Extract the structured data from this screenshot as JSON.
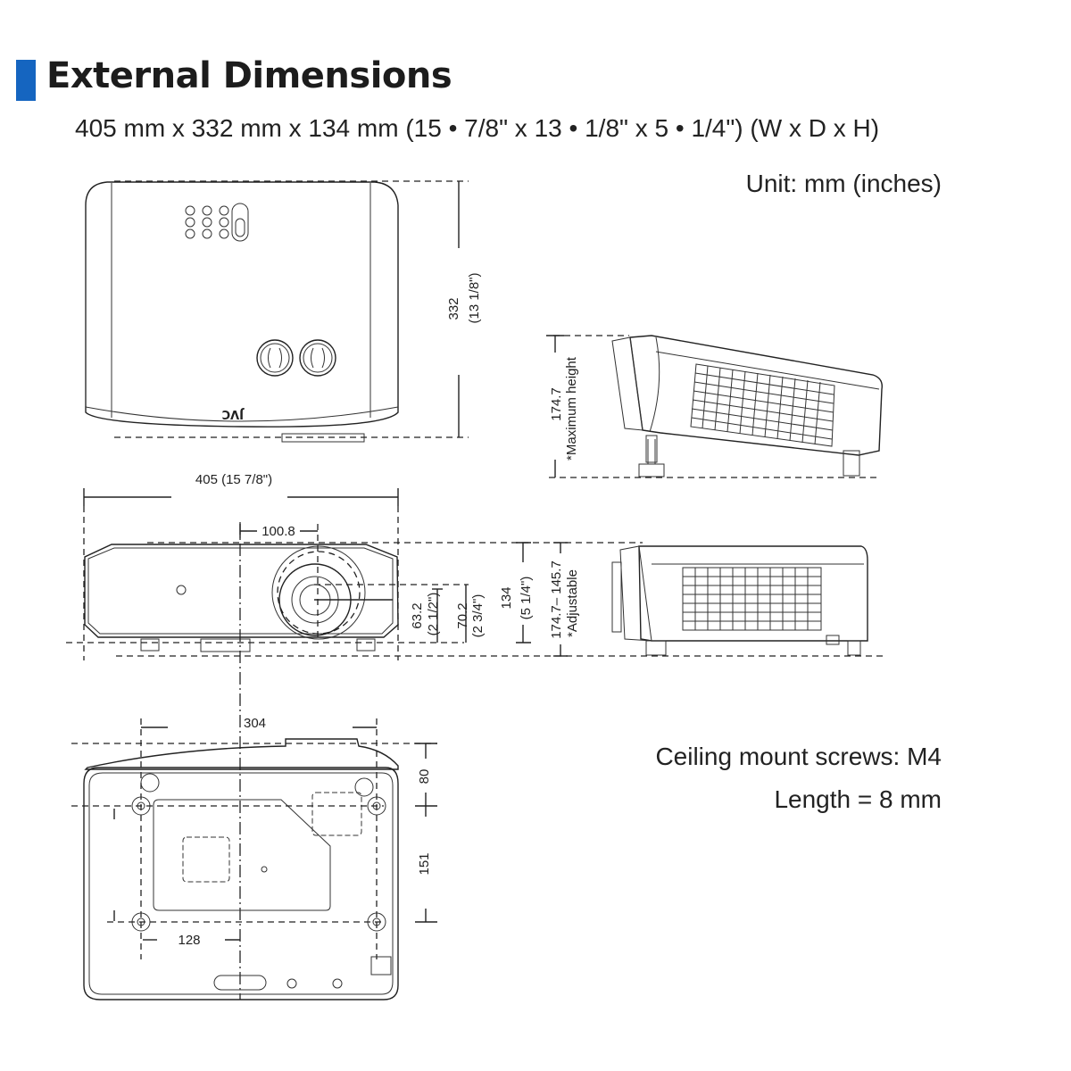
{
  "header": {
    "title": "External Dimensions",
    "accent_color": "#1565c0",
    "overall_dimensions": "405 mm x 332 mm x 134 mm (15 • 7/8\" x 13 • 1/8\" x 5 • 1/4\") (W x D x H)"
  },
  "unit_label": "Unit: mm (inches)",
  "top_view": {
    "brand_logo": "JVC",
    "depth_dim": "332",
    "depth_dim_in": "(13  1/8\")"
  },
  "tilted_side_view": {
    "max_height_dim": "174.7",
    "max_height_note": "*Maximum height"
  },
  "front_view": {
    "width_dim": "405 (15  7/8\")",
    "lens_offset_dim": "100.8",
    "lens_height_1": "63.2",
    "lens_height_1_in": "(2  1/2\")",
    "lens_height_2": "70.2",
    "lens_height_2_in": "(2  3/4\")",
    "height_dim": "134",
    "height_dim_in": "(5  1/4\")",
    "adjustable_dim": "174.7– 145.7",
    "adjustable_note": "*Adjustable"
  },
  "bottom_view": {
    "screw_spacing_w": "304",
    "screw_offset_center": "128",
    "front_to_screw": "80",
    "screw_spacing_d": "151"
  },
  "notes": {
    "ceiling_screws": "Ceiling mount screws: M4",
    "screw_length": "Length = 8 mm"
  }
}
